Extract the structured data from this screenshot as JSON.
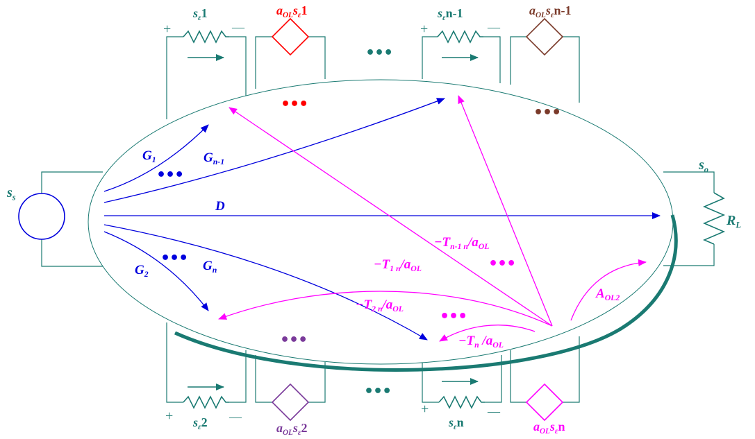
{
  "colors": {
    "teal": "#1a7a72",
    "blue": "#0000dd",
    "magenta": "#ff00ff",
    "red": "#ff0000",
    "brown": "#7a3a2a",
    "purple": "#7a3a9a"
  },
  "source": {
    "main": "s",
    "sub": "s"
  },
  "output": {
    "main": "s",
    "sub": "o"
  },
  "load": {
    "main": "R",
    "sub": "L"
  },
  "top_elements": [
    {
      "kind": "resistor",
      "main": "s",
      "sub": "ε",
      "tail": "1",
      "plus": "+",
      "minus": "—"
    },
    {
      "kind": "dependent-source",
      "pre": "a",
      "pre_sub": "OL",
      "main": "s",
      "sub": "ε",
      "tail": "1"
    },
    {
      "kind": "resistor",
      "main": "s",
      "sub": "ε",
      "tail": "n-1",
      "plus": "+",
      "minus": "—"
    },
    {
      "kind": "dependent-source",
      "pre": "a",
      "pre_sub": "OL",
      "main": "s",
      "sub": "ε",
      "tail": "n-1"
    }
  ],
  "bottom_elements": [
    {
      "kind": "resistor",
      "main": "s",
      "sub": "ε",
      "tail": "2",
      "plus": "+",
      "minus": "—"
    },
    {
      "kind": "dependent-source",
      "pre": "a",
      "pre_sub": "OL",
      "main": "s",
      "sub": "ε",
      "tail": "2"
    },
    {
      "kind": "resistor",
      "main": "s",
      "sub": "ε",
      "tail": "n",
      "plus": "+",
      "minus": "—"
    },
    {
      "kind": "dependent-source",
      "pre": "a",
      "pre_sub": "OL",
      "main": "s",
      "sub": "ε",
      "tail": "n"
    }
  ],
  "forward_paths": [
    {
      "main": "G",
      "sub": "1"
    },
    {
      "main": "G",
      "sub": "n-1"
    },
    {
      "main": "D",
      "sub": ""
    },
    {
      "main": "G",
      "sub": "2"
    },
    {
      "main": "G",
      "sub": "n"
    }
  ],
  "feedback_paths": [
    {
      "main": "−T",
      "sub": "n-1 n",
      "tail": "/a",
      "tail_sub": "OL"
    },
    {
      "main": "−T",
      "sub": "1 n",
      "tail": "/a",
      "tail_sub": "OL"
    },
    {
      "main": "−T",
      "sub": "2 n",
      "tail": "/a",
      "tail_sub": "OL"
    },
    {
      "main": "−T",
      "sub": "n",
      "tail": " /a",
      "tail_sub": "OL"
    },
    {
      "main": "A",
      "sub": "OL2",
      "tail": "",
      "tail_sub": ""
    }
  ],
  "ellipsis": "•••"
}
